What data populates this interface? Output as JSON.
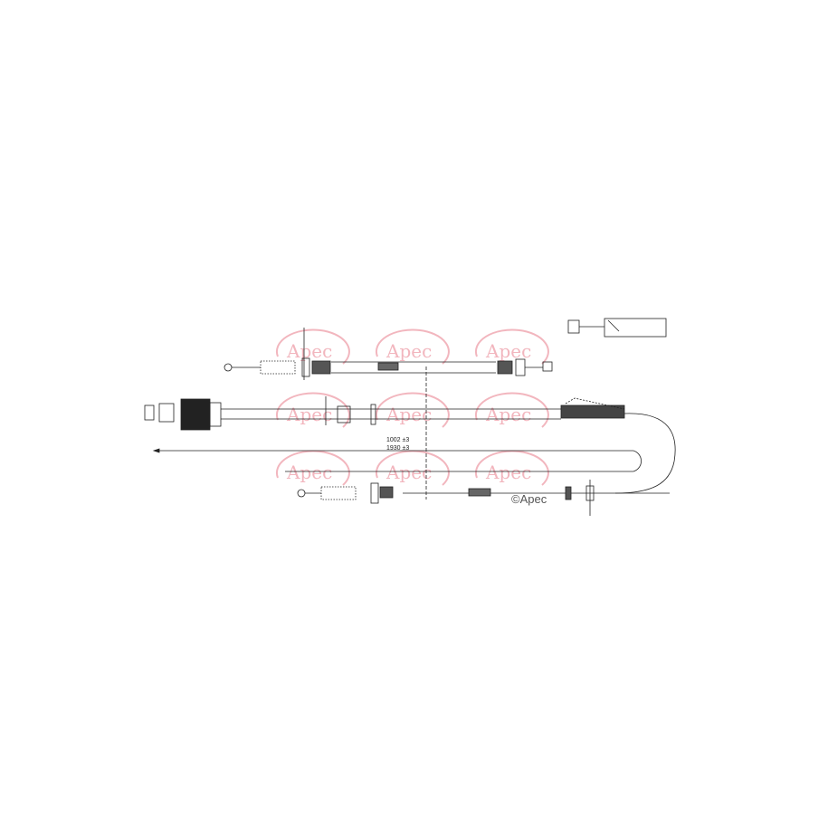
{
  "diagram": {
    "title": "Handbrake cable technical drawing",
    "watermark_text": "Apec",
    "copyright": "©Apec",
    "dimensions": [
      "1002 ±3",
      "1930 ±3"
    ],
    "colors": {
      "line": "#222222",
      "watermark": "#f2b6be"
    }
  }
}
